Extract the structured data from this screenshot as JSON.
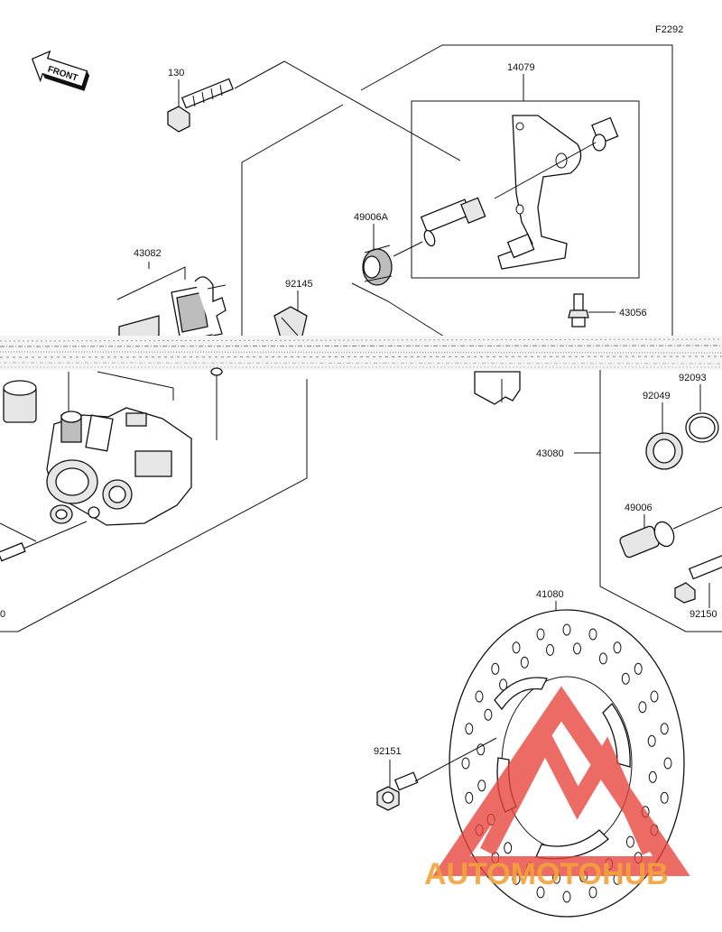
{
  "figure_code": "F2292",
  "direction_label": "FRONT",
  "parts": {
    "bolt_130": "130",
    "bracket_14079": "14079",
    "boot_49006a": "49006A",
    "pad_43082": "43082",
    "spring_92145": "92145",
    "bleeder_43056": "43056",
    "seal_92093": "92093",
    "seal_92049": "92049",
    "caliper_43080": "43080",
    "boot_49006": "49006",
    "bolt_92150": "92150",
    "disc_41080": "41080",
    "bolt_92151": "92151",
    "cut_label_left": "0"
  },
  "watermark": {
    "text": "AUTOMOTOHUB",
    "color": "#f2a33a",
    "logo_color": "#e8423a"
  }
}
